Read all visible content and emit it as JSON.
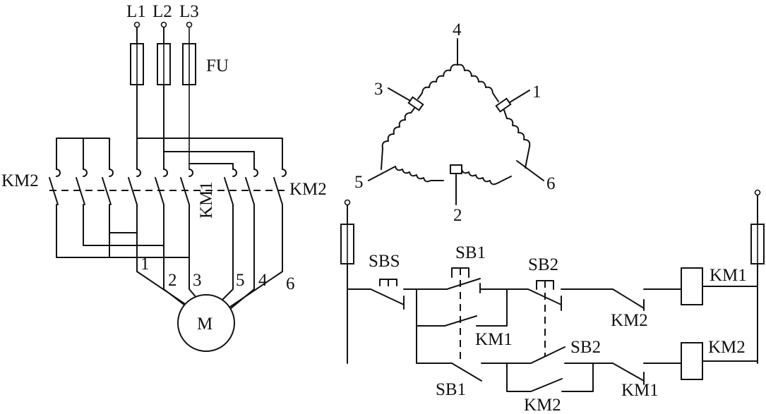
{
  "power": {
    "phases": [
      "L1",
      "L2",
      "L3"
    ],
    "fuse": "FU",
    "contactor_left": "KM2",
    "contactor_mid": "KM1",
    "contactor_right": "KM2",
    "motor": "M",
    "terminals": [
      "1",
      "2",
      "3",
      "5",
      "4",
      "6"
    ]
  },
  "winding": {
    "top": "4",
    "upper_left": "3",
    "upper_right": "1",
    "lower_left": "5",
    "lower_right": "6",
    "bottom": "2"
  },
  "control": {
    "stop_button": "SBS",
    "sb1_top": "SB1",
    "sb2_top": "SB2",
    "km1_hold": "KM1",
    "sb2_bottom": "SB2",
    "sb1_bottom": "SB1",
    "km2_hold": "KM2",
    "km2_interlock": "KM2",
    "km1_interlock": "KM1",
    "coil_km1": "KM1",
    "coil_km2": "KM2"
  }
}
